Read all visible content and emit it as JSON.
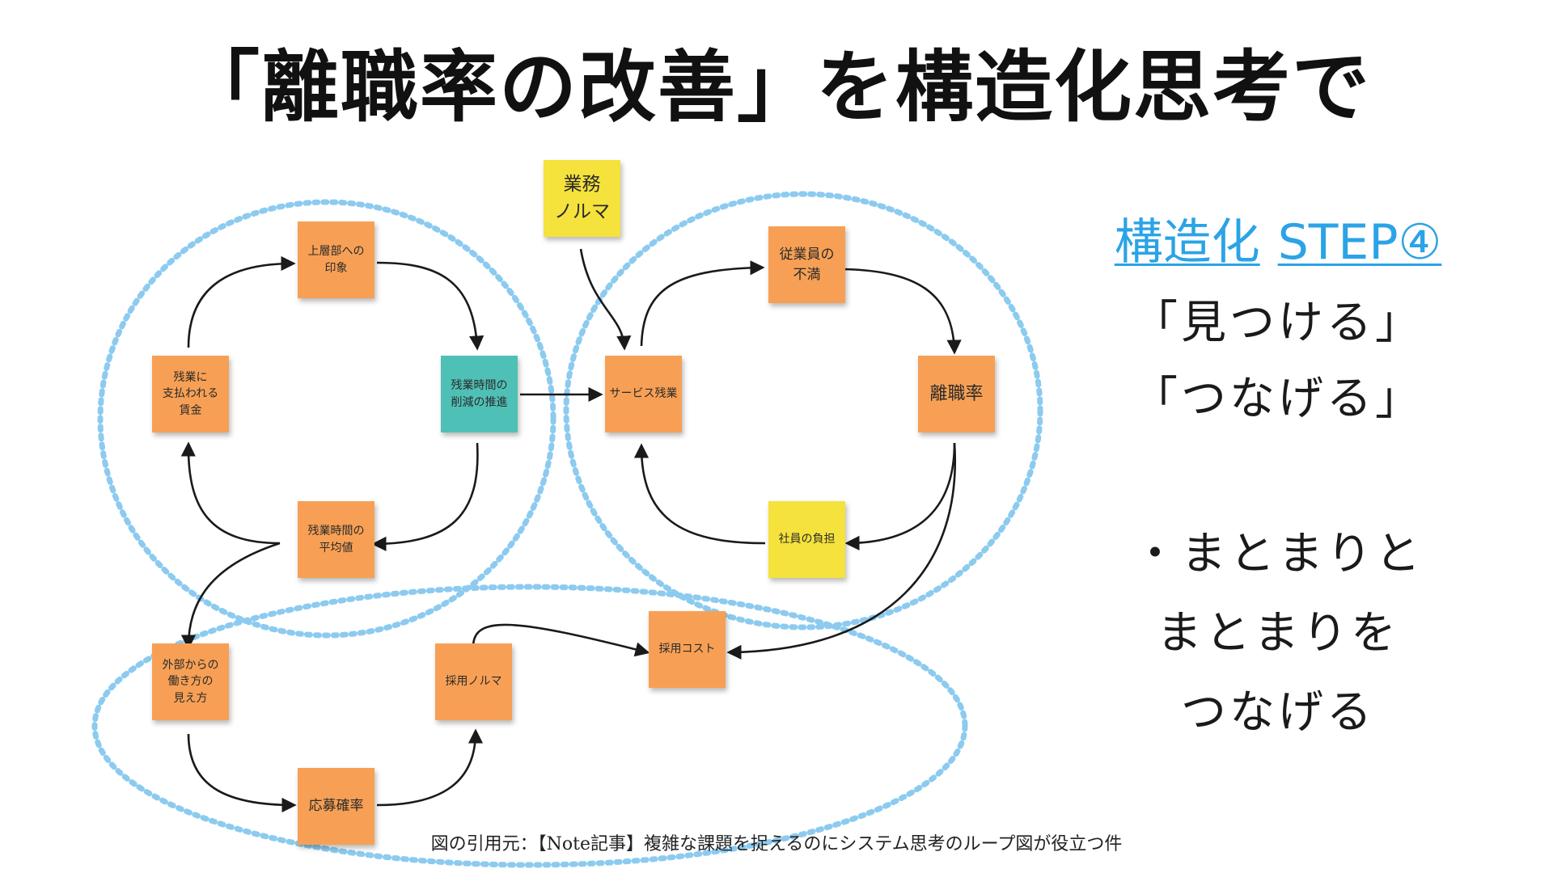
{
  "title": "「離職率の改善」を構造化思考で",
  "notes": {
    "upper_impression": "上層部への\n印象",
    "overtime_pay": "残業に\n支払われる\n賃金",
    "overtime_reduction": "残業時間の\n削減の推進",
    "avg_overtime": "残業時間の\n平均値",
    "service_overtime": "サービス残業",
    "employee_dissatisfaction": "従業員の\n不満",
    "turnover_rate": "離職率",
    "employee_burden": "社員の負担",
    "work_quota": "業務\nノルマ",
    "external_view": "外部からの\n働き方の\n見え方",
    "hiring_quota": "採用ノルマ",
    "application_rate": "応募確率",
    "hiring_cost": "採用コスト"
  },
  "sidebar": {
    "heading_left": "構造化",
    "heading_right": "STEP④",
    "line1": "「見つける」",
    "line2": "「つなげる」",
    "line3": "・まとまりと",
    "line4": "まとまりを",
    "line5": "つなげる"
  },
  "citation": "図の引用元：【Note記事】複雑な課題を捉えるのにシステム思考のループ図が役立つ件",
  "colors": {
    "note_orange": "#f7a055",
    "note_teal": "#4fc0b6",
    "note_yellow": "#f5e23c",
    "dotted_cluster": "#8ccbef",
    "heading_blue": "#2ba3e6"
  }
}
